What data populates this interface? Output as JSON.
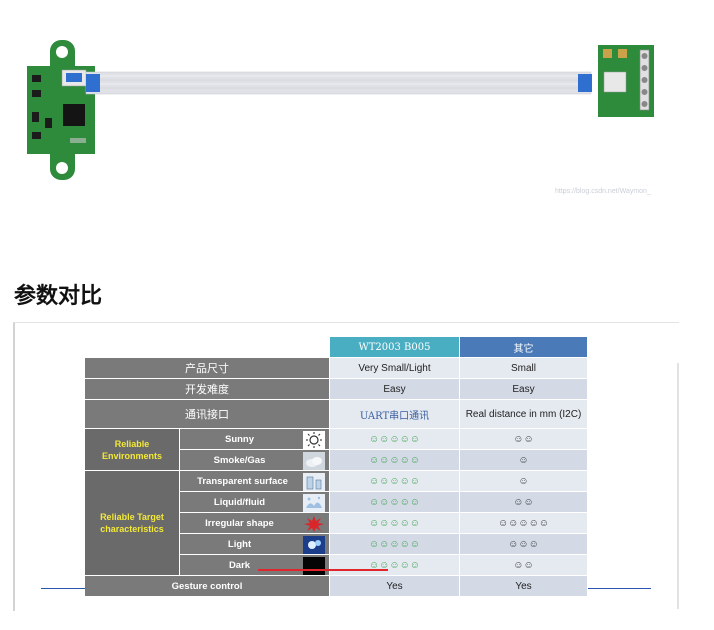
{
  "watermark": "https://blog.csdn.net/Waymon_",
  "heading": "参数对比",
  "table": {
    "col_a": "WT2003 B005",
    "col_b": "其它",
    "rows": {
      "size": {
        "label": "产品尺寸",
        "a": "Very Small/Light",
        "b": "Small"
      },
      "dev": {
        "label": "开发难度",
        "a": "Easy",
        "b": "Easy"
      },
      "comm": {
        "label": "通讯接口",
        "a": "UART串口通讯",
        "b": "Real distance in mm (I2C)"
      }
    },
    "env_group": "Reliable Environments",
    "target_group": "Reliable Target characteristics",
    "sunny": {
      "label": "Sunny",
      "a": "☺☺☺☺☺",
      "b": "☺☺",
      "icon": "sun-icon"
    },
    "smoke": {
      "label": "Smoke/Gas",
      "a": "☺☺☺☺☺",
      "b": "☺",
      "icon": "cloud-icon"
    },
    "transparent": {
      "label": "Transparent surface",
      "a": "☺☺☺☺☺",
      "b": "☺",
      "icon": "glass-icon"
    },
    "liquid": {
      "label": "Liquid/fluid",
      "a": "☺☺☺☺☺",
      "b": "☺☺",
      "icon": "splash-icon"
    },
    "irregular": {
      "label": "Irregular shape",
      "a": "☺☺☺☺☺",
      "b": "☺☺☺☺☺",
      "icon": "spiky-ball-icon"
    },
    "light": {
      "label": "Light",
      "a": "☺☺☺☺☺",
      "b": "☺☺☺",
      "icon": "light-burst-icon"
    },
    "dark": {
      "label": "Dark",
      "a": "☺☺☺☺☺",
      "b": "☺☺",
      "icon": "dark-square-icon"
    },
    "gesture": {
      "label": "Gesture control",
      "a": "Yes",
      "b": "Yes"
    }
  },
  "colors": {
    "header_a": "#4aaec3",
    "header_b": "#4a7ab8",
    "label_bg": "#7a7a7a",
    "group_text": "#f2e838",
    "smiley": "#3da24e",
    "pcb": "#2e8b3c"
  }
}
